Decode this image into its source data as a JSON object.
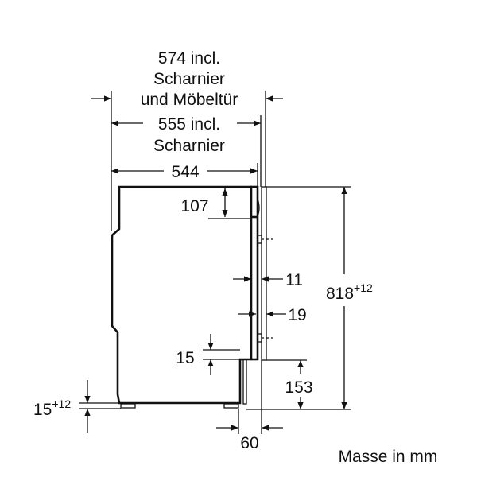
{
  "dims": {
    "width_hinge_door_1": "574 incl.",
    "width_hinge_door_2": "Scharnier",
    "width_hinge_door_3": "und Möbeltür",
    "width_hinge_1": "555 incl.",
    "width_hinge_2": "Scharnier",
    "depth_body": "544",
    "top_panel": "107",
    "gap_11": "11",
    "gap_19": "19",
    "height": "818",
    "height_tol": "+12",
    "plinth_153": "153",
    "recess_15": "15",
    "foot": "15",
    "foot_tol": "+12",
    "plinth_60": "60"
  },
  "units_note": "Masse in mm"
}
